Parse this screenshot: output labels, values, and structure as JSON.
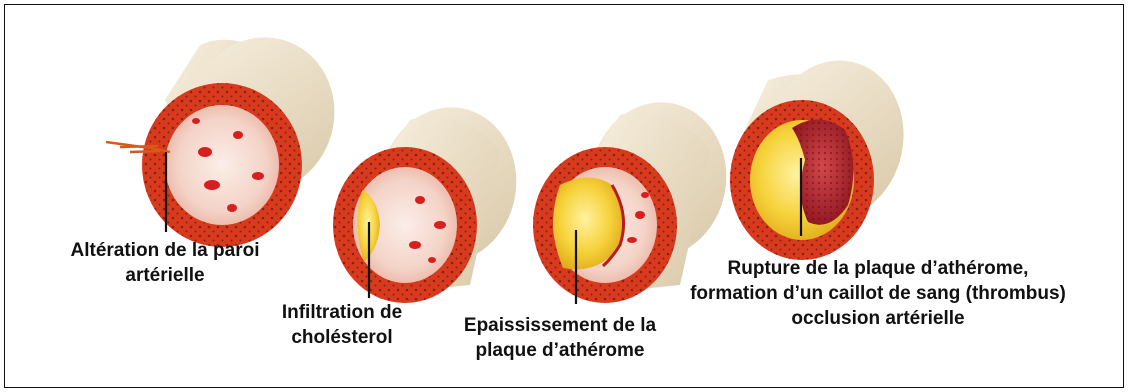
{
  "labels": {
    "stage1": {
      "line1": "Altération de la paroi",
      "line2": "artérielle"
    },
    "stage2": {
      "line1": "Infiltration de",
      "line2": "cholésterol"
    },
    "stage3": {
      "line1": "Epaississement de la",
      "line2": "plaque d’athérome"
    },
    "stage4": {
      "line1": "Rupture de la plaque d’athérome,",
      "line2": "formation d’un caillot de sang (thrombus)",
      "line3": "occlusion artérielle"
    }
  },
  "colors": {
    "vessel_wall": "#d93a1e",
    "vessel_outer": "#efe5d0",
    "lumen": "#f6d9cf",
    "plaque": "#f5d63a",
    "thrombus": "#b8202a",
    "blood_cell": "#d81e1e",
    "pointer_line": "#111111"
  }
}
